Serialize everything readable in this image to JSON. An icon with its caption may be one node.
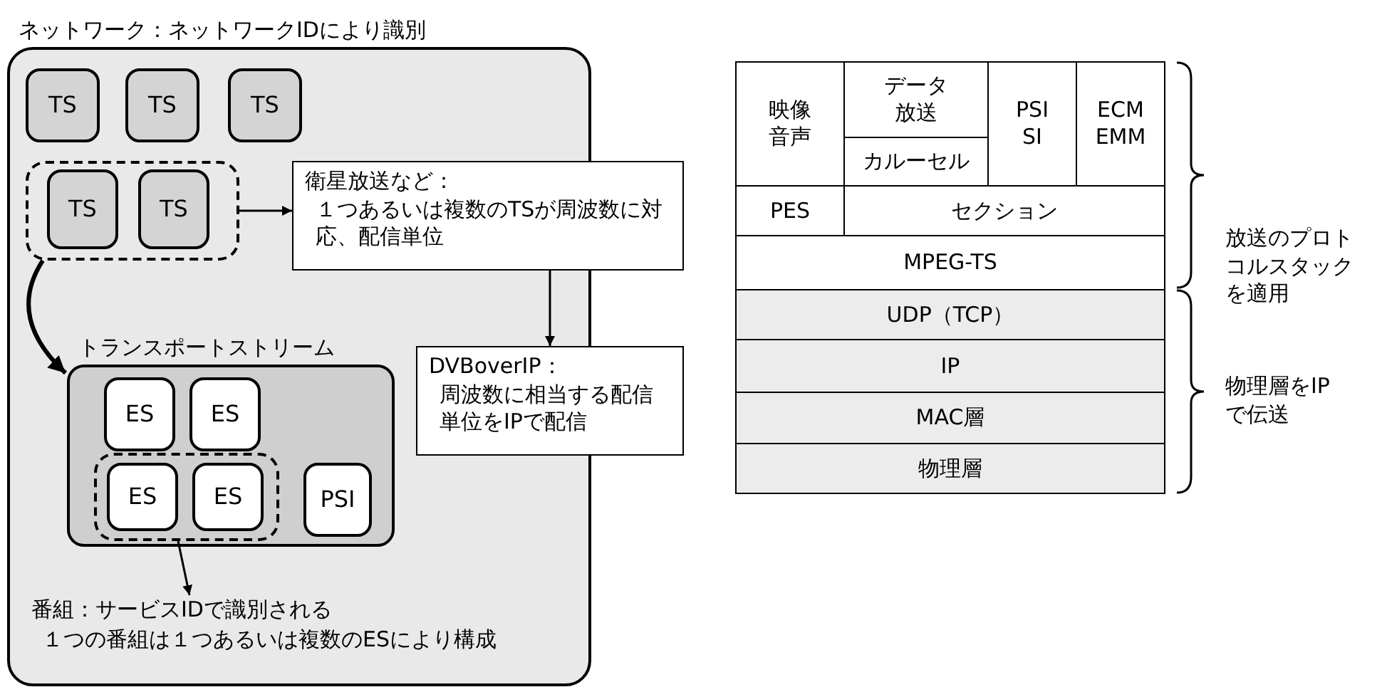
{
  "diagram": {
    "nodes": [
      {
        "text": [
          "ネットワーク：ネットワークIDにより識別"
        ]
      },
      {
        "text": [
          "TS"
        ],
        "in": 0
      },
      {
        "text": [
          "TS"
        ],
        "in": 0
      },
      {
        "text": [
          "TS"
        ],
        "in": 0
      },
      {
        "text": [],
        "shape": "box",
        "in": 0
      },
      {
        "text": [
          "TS"
        ],
        "in": 4
      },
      {
        "text": [
          "TS"
        ],
        "in": 4
      },
      {
        "text": [
          "衛星放送など：",
          "１つあるいは複数のTSが周波数に対応、配信単位"
        ]
      },
      {
        "text": [
          "トランスポートストリーム"
        ],
        "in": 0
      },
      {
        "text": [
          "ES"
        ],
        "in": 8
      },
      {
        "text": [
          "ES"
        ],
        "in": 8
      },
      {
        "text": [],
        "shape": "box",
        "in": 8
      },
      {
        "text": [
          "ES"
        ],
        "in": 11
      },
      {
        "text": [
          "ES"
        ],
        "in": 11
      },
      {
        "text": [
          "PSI"
        ],
        "in": 8
      },
      {
        "text": [
          "DVBoverIP：",
          "周波数に相当する配信単位をIPで配信"
        ]
      },
      {
        "text": [
          "番組：サービスIDで識別される",
          "１つの番組は１つあるいは複数のESにより構成"
        ],
        "in": 0
      },
      {
        "text": [
          "映像音声"
        ]
      },
      {
        "text": [
          "データ放送"
        ]
      },
      {
        "text": [
          "カルーセル"
        ]
      },
      {
        "text": [
          "PSI SI"
        ]
      },
      {
        "text": [
          "ECM EMM"
        ]
      },
      {
        "text": [
          "PES"
        ]
      },
      {
        "text": [
          "セクション"
        ]
      },
      {
        "text": [
          "MPEG-TS"
        ]
      },
      {
        "text": [
          "UDP（TCP）"
        ]
      },
      {
        "text": [
          "IP"
        ]
      },
      {
        "text": [
          "MAC層"
        ]
      },
      {
        "text": [
          "物理層"
        ]
      }
    ],
    "edges": [
      {
        "from": 4,
        "to": 7,
        "arrow": "to"
      },
      {
        "from": 7,
        "to": 15,
        "arrow": "to"
      },
      {
        "from": 4,
        "to": 8,
        "arrow": "to",
        "style": "thick"
      },
      {
        "from": 11,
        "to": 16,
        "arrow": "to"
      }
    ],
    "labels": [
      "放送のプロトコルスタックを適用",
      "物理層をIPで伝送"
    ]
  }
}
